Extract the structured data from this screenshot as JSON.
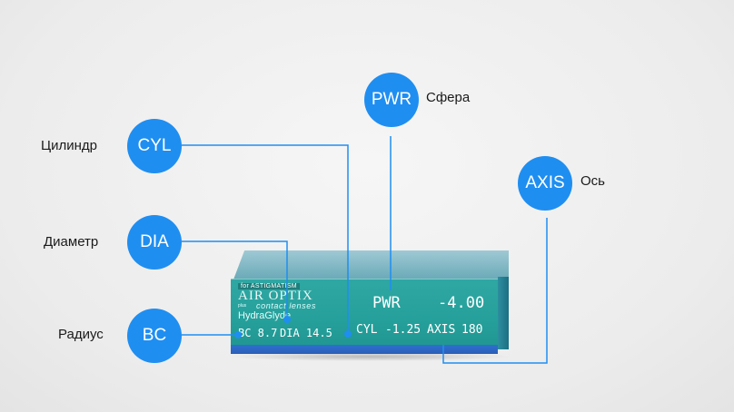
{
  "box": {
    "tag": "for ASTIGMATISM",
    "brand": "AIR OPTIX",
    "plus": "plus",
    "subtitle": "contact lenses",
    "hydra": "HydraGlyde",
    "pwr_label": "PWR",
    "pwr_value": "-4.00",
    "cyl_label": "CYL",
    "cyl_value": "-1.25",
    "axis_label": "AXIS",
    "axis_value": "180",
    "bc": "BC 8.7",
    "dia": "DIA 14.5"
  },
  "callouts": {
    "pwr": {
      "abbr": "PWR",
      "label": "Сфера"
    },
    "cyl": {
      "abbr": "CYL",
      "label": "Цилиндр"
    },
    "axis": {
      "abbr": "AXIS",
      "label": "Ось"
    },
    "dia": {
      "abbr": "DIA",
      "label": "Диаметр"
    },
    "bc": {
      "abbr": "BC",
      "label": "Радиус"
    }
  },
  "colors": {
    "accent": "#1f8ef1",
    "box_teal": "#26a09b",
    "box_blue": "#2f6fcf"
  }
}
